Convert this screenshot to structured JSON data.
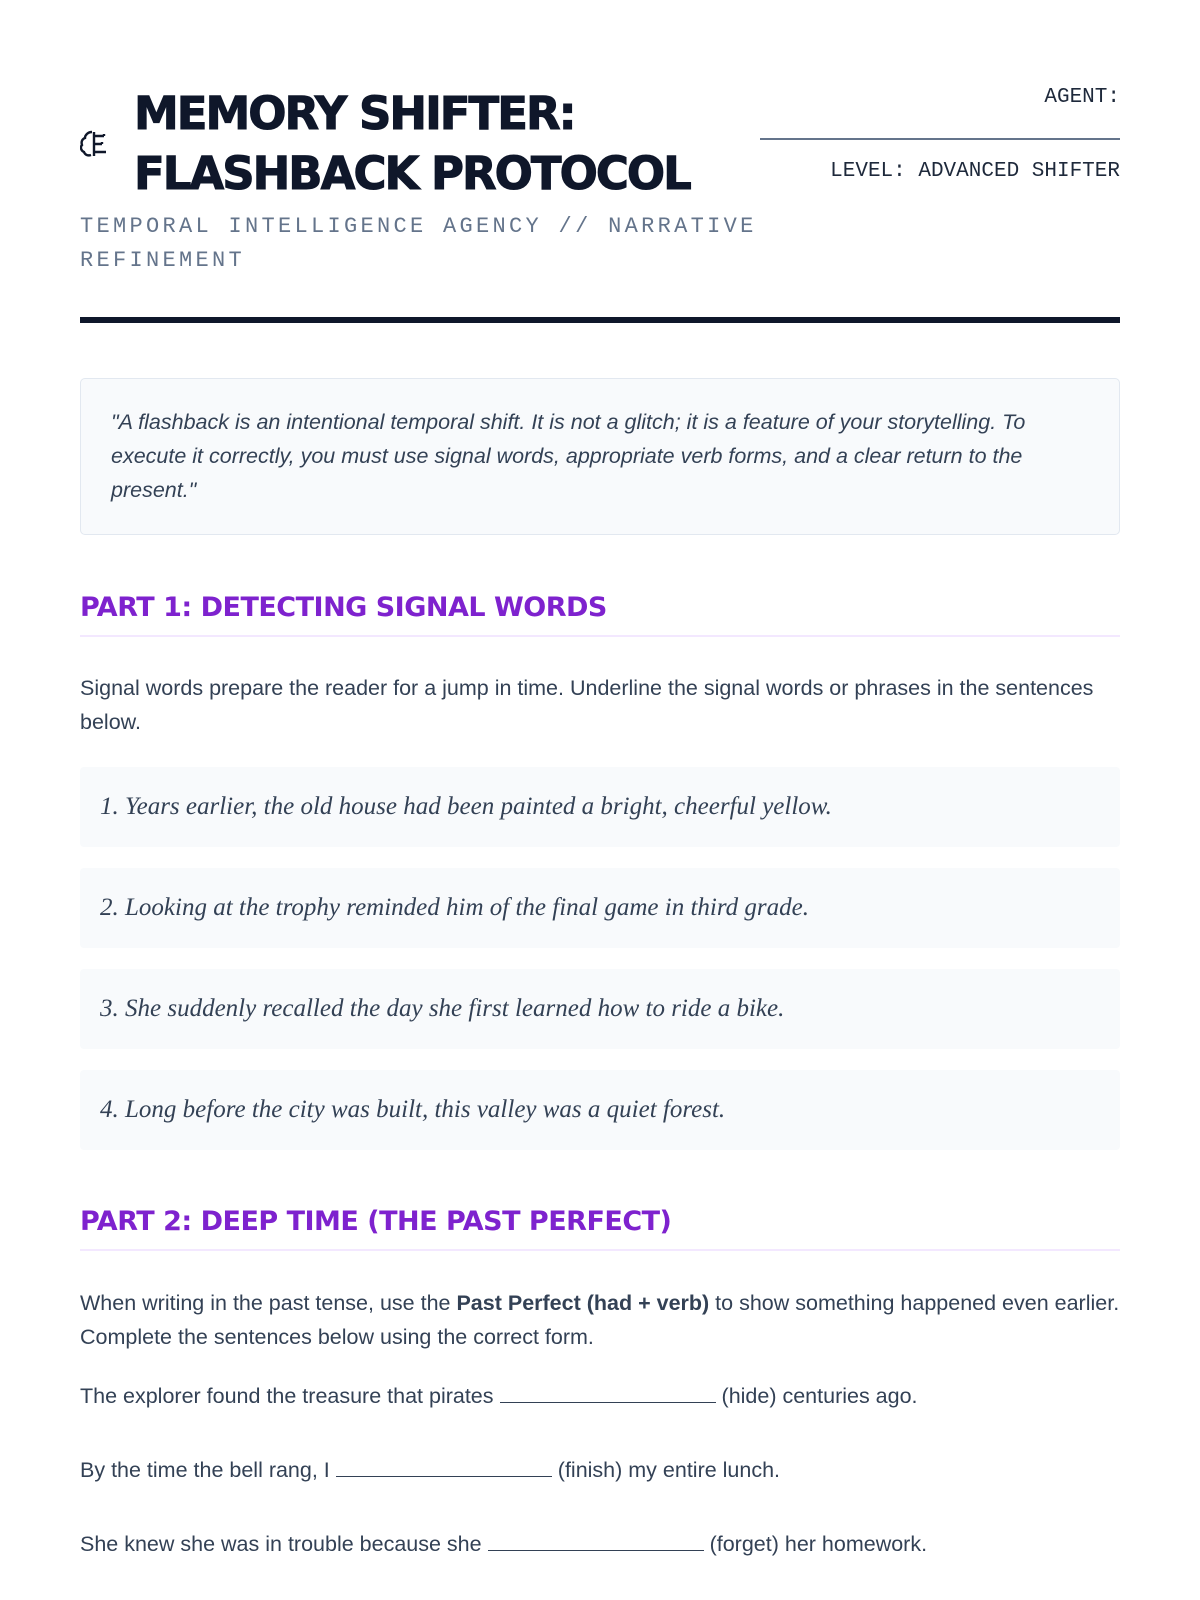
{
  "header": {
    "logo_icon": "brain-icon",
    "title_line1": "MEMORY SHIFTER:",
    "title_line2": "FLASHBACK PROTOCOL",
    "subtitle": "TEMPORAL INTELLIGENCE AGENCY // NARRATIVE REFINEMENT",
    "agent_label": "AGENT:",
    "level": "LEVEL: ADVANCED SHIFTER"
  },
  "quote": "\"A flashback is an intentional temporal shift. It is not a glitch; it is a feature of your storytelling. To execute it correctly, you must use signal words, appropriate verb forms, and a clear return to the present.\"",
  "part1": {
    "heading": "PART 1: DETECTING SIGNAL WORDS",
    "intro": "Signal words prepare the reader for a jump in time. Underline the signal words or phrases in the sentences below.",
    "items": [
      "1. Years earlier, the old house had been painted a bright, cheerful yellow.",
      "2. Looking at the trophy reminded him of the final game in third grade.",
      "3. She suddenly recalled the day she first learned how to ride a bike.",
      "4. Long before the city was built, this valley was a quiet forest."
    ]
  },
  "part2": {
    "heading": "PART 2: DEEP TIME (THE PAST PERFECT)",
    "intro_before": "When writing in the past tense, use the ",
    "intro_bold": "Past Perfect (had + verb)",
    "intro_after": " to show something happened even earlier. Complete the sentences below using the correct form.",
    "sentences": [
      {
        "before": "The explorer found the treasure that pirates",
        "after": "(hide) centuries ago."
      },
      {
        "before": "By the time the bell rang, I",
        "after": "(finish) my entire lunch."
      },
      {
        "before": "She knew she was in trouble because she",
        "after": "(forget) her homework."
      }
    ]
  }
}
